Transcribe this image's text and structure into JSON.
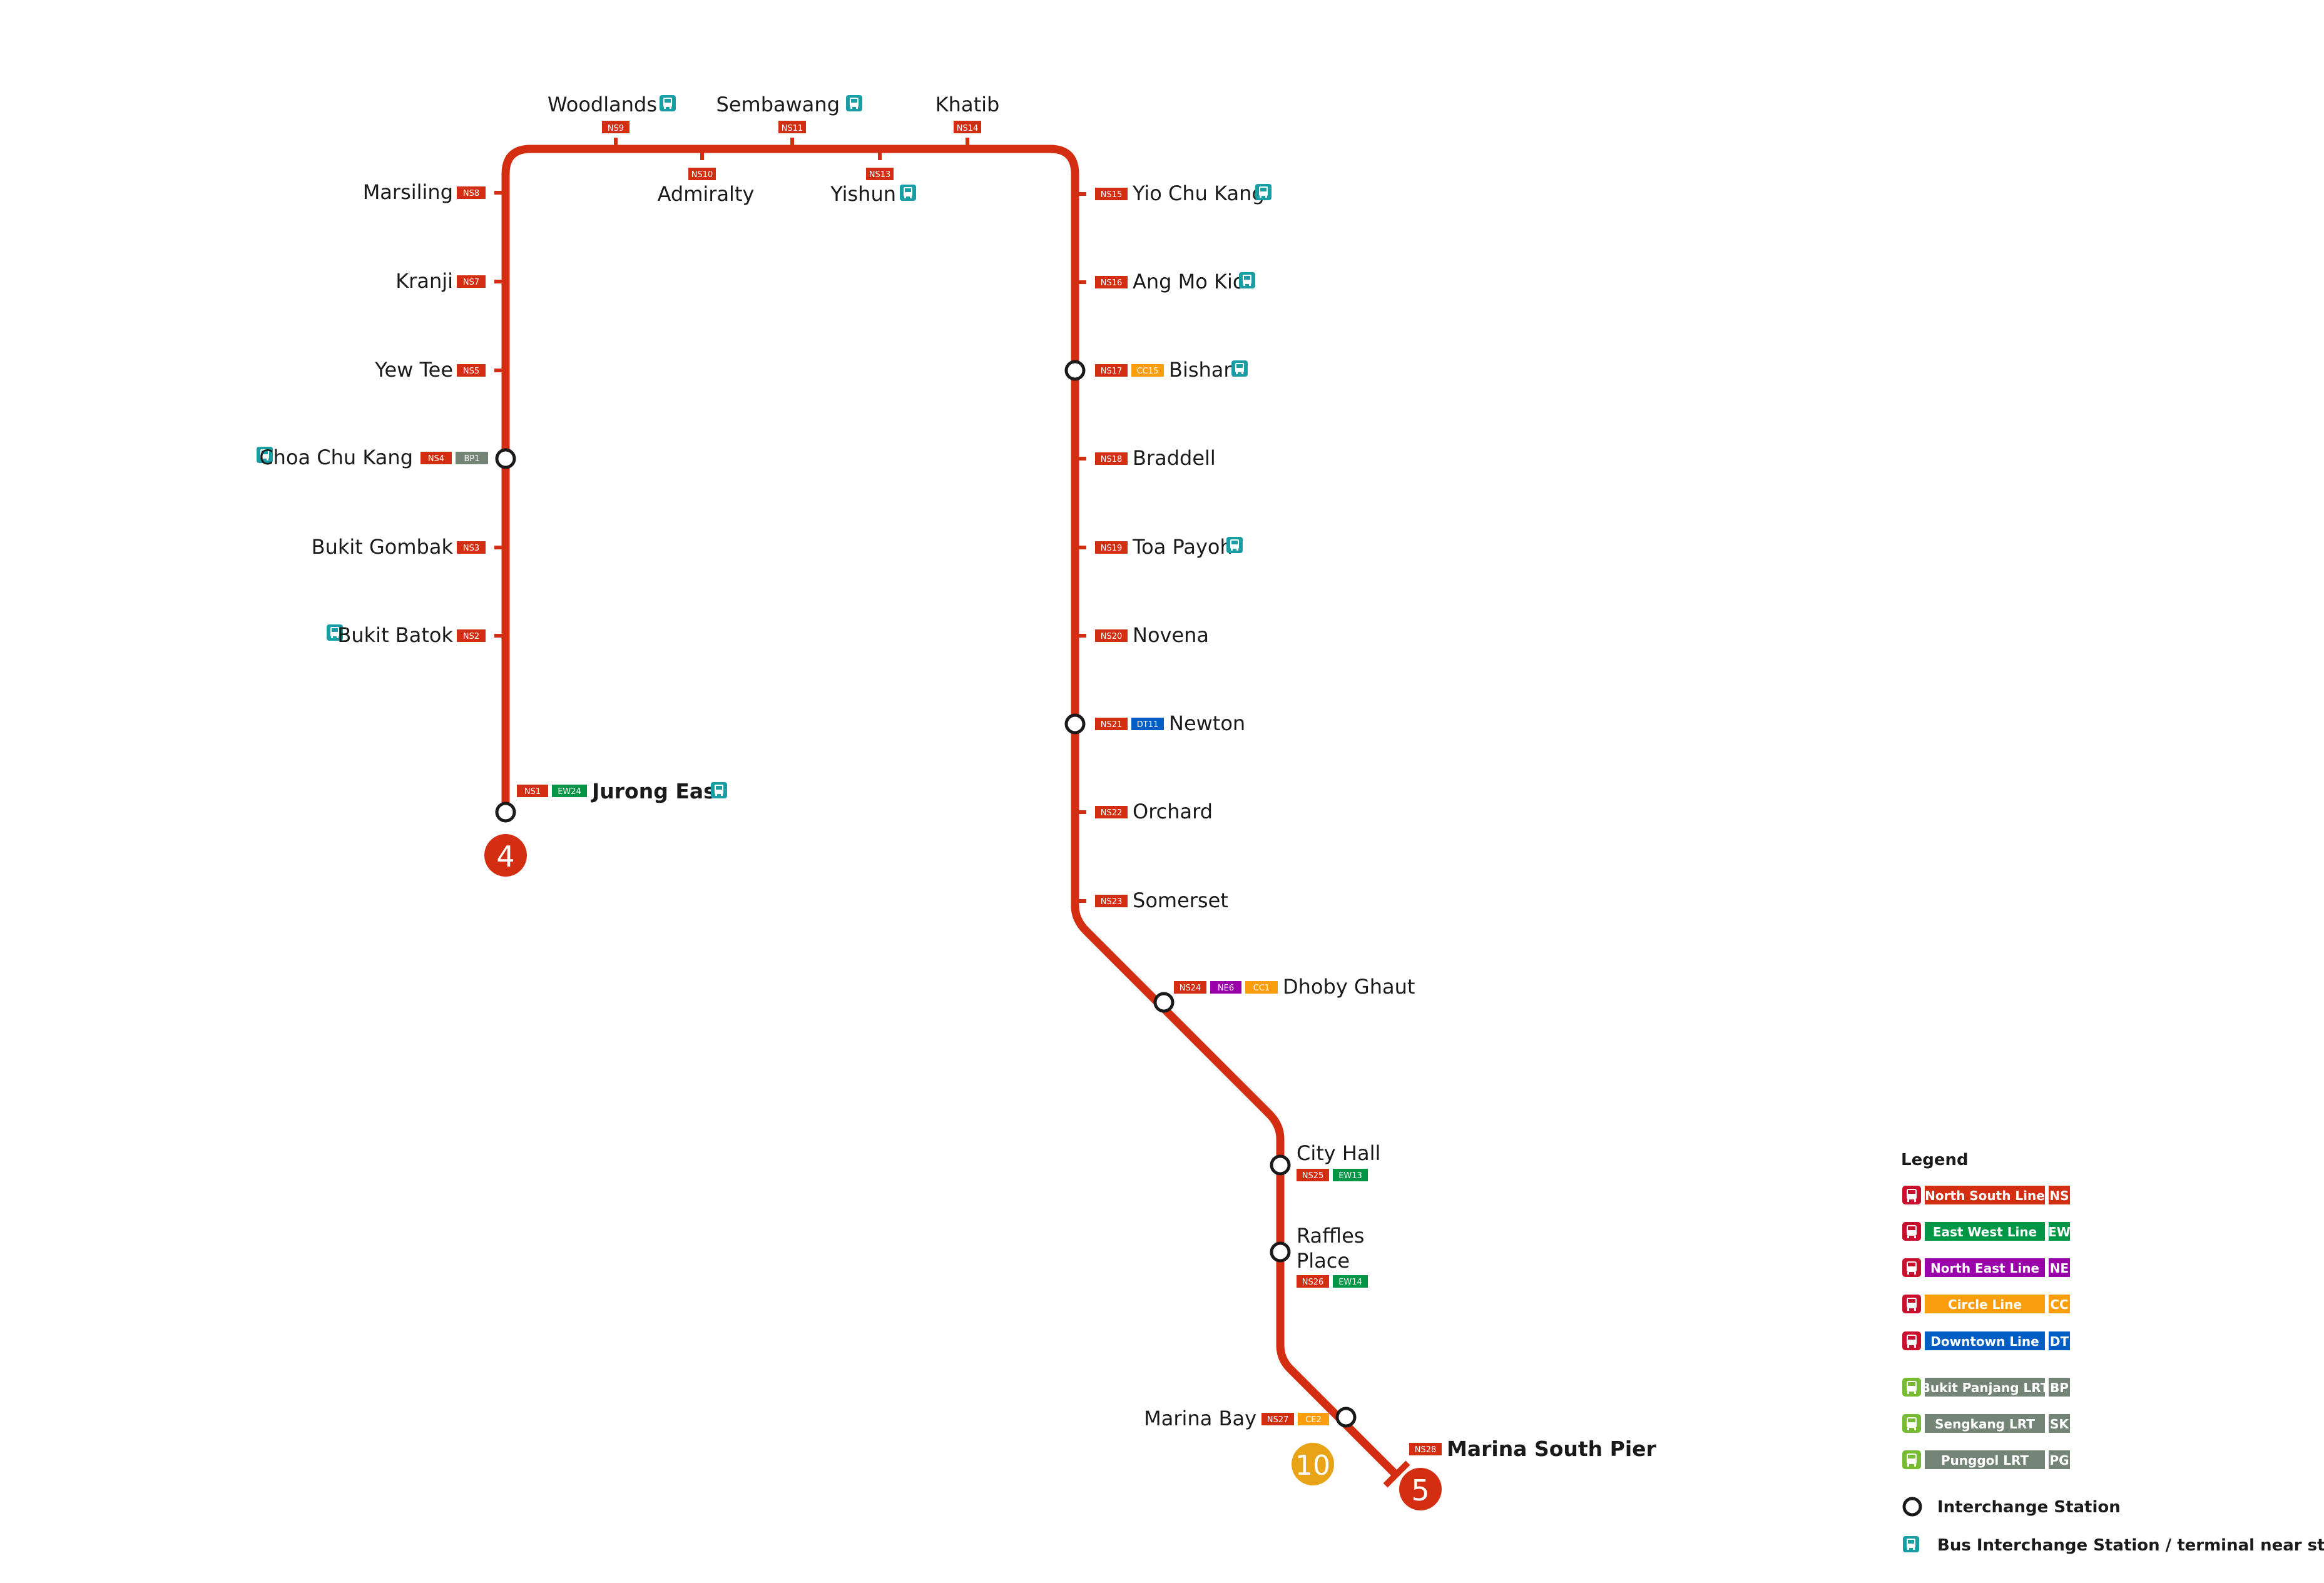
{
  "colors": {
    "ns": "#d42e12",
    "ew": "#009645",
    "ne": "#9900aa",
    "cc": "#fa9e0d",
    "dt": "#005ec4",
    "lrt": "#748477",
    "bus": "#1a9ea6",
    "train_icon_bg": "#c8102e",
    "lrt_icon_bg": "#77bb33",
    "text": "#1a1a1a"
  },
  "stations": [
    {
      "name": "Woodlands",
      "codes": [
        "NS9"
      ],
      "bus": true
    },
    {
      "name": "Admiralty",
      "codes": [
        "NS10"
      ],
      "bus": false
    },
    {
      "name": "Sembawang",
      "codes": [
        "NS11"
      ],
      "bus": true
    },
    {
      "name": "Yishun",
      "codes": [
        "NS13"
      ],
      "bus": true
    },
    {
      "name": "Khatib",
      "codes": [
        "NS14"
      ],
      "bus": false
    },
    {
      "name": "Marsiling",
      "codes": [
        "NS8"
      ],
      "bus": false
    },
    {
      "name": "Kranji",
      "codes": [
        "NS7"
      ],
      "bus": false
    },
    {
      "name": "Yew Tee",
      "codes": [
        "NS5"
      ],
      "bus": false
    },
    {
      "name": "Choa Chu Kang",
      "codes": [
        "NS4",
        "BP1"
      ],
      "bus": true
    },
    {
      "name": "Bukit Gombak",
      "codes": [
        "NS3"
      ],
      "bus": false
    },
    {
      "name": "Bukit Batok",
      "codes": [
        "NS2"
      ],
      "bus": true
    },
    {
      "name": "Jurong East",
      "codes": [
        "NS1",
        "EW24"
      ],
      "bus": true
    },
    {
      "name": "Yio Chu Kang",
      "codes": [
        "NS15"
      ],
      "bus": true
    },
    {
      "name": "Ang Mo Kio",
      "codes": [
        "NS16"
      ],
      "bus": true
    },
    {
      "name": "Bishan",
      "codes": [
        "NS17",
        "CC15"
      ],
      "bus": true
    },
    {
      "name": "Braddell",
      "codes": [
        "NS18"
      ],
      "bus": false
    },
    {
      "name": "Toa Payoh",
      "codes": [
        "NS19"
      ],
      "bus": true
    },
    {
      "name": "Novena",
      "codes": [
        "NS20"
      ],
      "bus": false
    },
    {
      "name": "Newton",
      "codes": [
        "NS21",
        "DT11"
      ],
      "bus": false
    },
    {
      "name": "Orchard",
      "codes": [
        "NS22"
      ],
      "bus": false
    },
    {
      "name": "Somerset",
      "codes": [
        "NS23"
      ],
      "bus": false
    },
    {
      "name": "Dhoby Ghaut",
      "codes": [
        "NS24",
        "NE6",
        "CC1"
      ],
      "bus": false
    },
    {
      "name": "City Hall",
      "codes": [
        "NS25",
        "EW13"
      ],
      "bus": false
    },
    {
      "name": "Raffles Place",
      "codes": [
        "NS26",
        "EW14"
      ],
      "bus": false
    },
    {
      "name": "Marina Bay",
      "codes": [
        "NS27",
        "CE2"
      ],
      "bus": false
    },
    {
      "name": "Marina South Pier",
      "codes": [
        "NS28"
      ],
      "bus": false
    }
  ],
  "terminal_badges": [
    {
      "label": "4",
      "color": "ns"
    },
    {
      "label": "5",
      "color": "ns"
    },
    {
      "label": "10",
      "color": "cc"
    }
  ],
  "legend": {
    "title": "Legend",
    "lines": [
      {
        "name": "North South Line",
        "code": "NS",
        "color": "ns",
        "icon": "train-icon"
      },
      {
        "name": "East West Line",
        "code": "EW",
        "color": "ew",
        "icon": "train-icon"
      },
      {
        "name": "North East Line",
        "code": "NE",
        "color": "ne",
        "icon": "train-icon"
      },
      {
        "name": "Circle Line",
        "code": "CC",
        "color": "cc",
        "icon": "train-icon"
      },
      {
        "name": "Downtown Line",
        "code": "DT",
        "color": "dt",
        "icon": "train-icon"
      },
      {
        "name": "Bukit Panjang LRT",
        "code": "BP",
        "color": "lrt",
        "icon": "lrt-icon"
      },
      {
        "name": "Sengkang LRT",
        "code": "SK",
        "color": "lrt",
        "icon": "lrt-icon"
      },
      {
        "name": "Punggol LRT",
        "code": "PG",
        "color": "lrt",
        "icon": "lrt-icon"
      }
    ],
    "interchange_label": "Interchange Station",
    "bus_label": "Bus Interchange Station / terminal near station"
  }
}
